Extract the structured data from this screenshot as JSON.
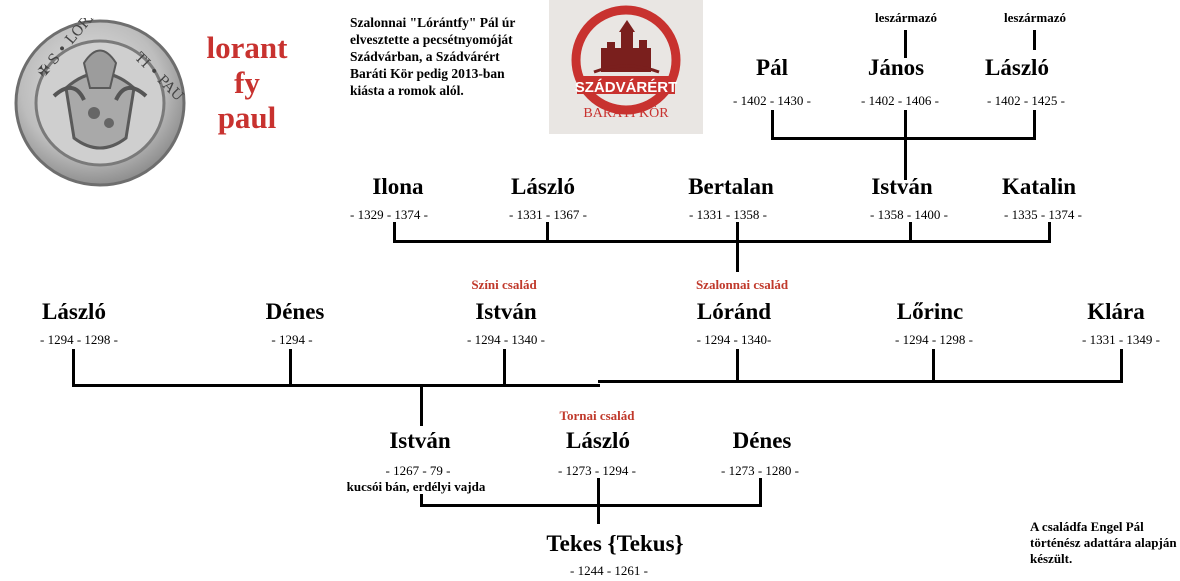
{
  "brand": {
    "line1": "lorant",
    "line2": "fy",
    "line3": "paul"
  },
  "description": "Szalonnai \"Lórántfy\" Pál úr elvesztette a pecsétnyomóját Szádvárban, a Szádvárért Baráti Kör pedig 2013-ban kiásta a romok alól.",
  "logo": {
    "title": "SZÁDVÁRÉRT",
    "subtitle": "BARÁTI KÖR"
  },
  "seal_icon": "medieval-seal-icon",
  "colors": {
    "accent": "#c8322f",
    "line": "#000000"
  },
  "gen5": {
    "people": [
      {
        "name": "Pál",
        "dates": "- 1402 - 1430 -",
        "note": ""
      },
      {
        "name": "János",
        "dates": "- 1402 - 1406 -",
        "note": "leszármazó"
      },
      {
        "name": "László",
        "dates": "- 1402 - 1425 -",
        "note": "leszármazó"
      }
    ]
  },
  "gen4": {
    "people": [
      {
        "name": "Ilona",
        "dates": "- 1329 - 1374 -"
      },
      {
        "name": "László",
        "dates": "- 1331 - 1367 -"
      },
      {
        "name": "Bertalan",
        "dates": "- 1331 - 1358 -"
      },
      {
        "name": "István",
        "dates": "- 1358 - 1400 -"
      },
      {
        "name": "Katalin",
        "dates": "- 1335 - 1374 -"
      }
    ]
  },
  "gen3": {
    "families": {
      "szini": "Színi család",
      "szalonnai": "Szalonnai család"
    },
    "people": [
      {
        "name": "László",
        "dates": "- 1294 - 1298 -"
      },
      {
        "name": "Dénes",
        "dates": "- 1294 -"
      },
      {
        "name": "István",
        "dates": "- 1294 - 1340 -"
      },
      {
        "name": "Lóránd",
        "dates": "- 1294 - 1340-"
      },
      {
        "name": "Lőrinc",
        "dates": "- 1294 - 1298 -"
      },
      {
        "name": "Klára",
        "dates": "- 1331 - 1349 -"
      }
    ]
  },
  "gen2": {
    "family": "Tornai család",
    "people": [
      {
        "name": "István",
        "dates": "- 1267 - 79 -",
        "note": "kucsói bán, erdélyi vajda"
      },
      {
        "name": "László",
        "dates": "- 1273 - 1294 -"
      },
      {
        "name": "Dénes",
        "dates": "- 1273 - 1280 -"
      }
    ]
  },
  "gen1": {
    "name": "Tekes {Tekus}",
    "dates": "- 1244 - 1261 -"
  },
  "footer": "A családfa Engel Pál történész adattára alapján készült."
}
